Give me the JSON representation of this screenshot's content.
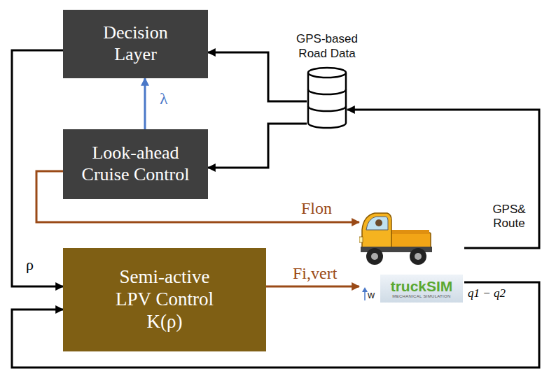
{
  "diagram": {
    "nodes": [
      {
        "text": [
          "Decision Layer"
        ]
      },
      {
        "text": [
          "Look-ahead Cruise Control"
        ]
      },
      {
        "text": [
          "GPS-based Road Data"
        ]
      },
      {
        "text": [
          "Semi-active LPV Control K(ρ)"
        ]
      },
      {
        "text": [
          "truckSIM",
          "MECHANICAL SIMULATION"
        ]
      }
    ],
    "edges": [
      {
        "from": 2,
        "to": 0,
        "arrow": "to"
      },
      {
        "from": 2,
        "to": 1,
        "arrow": "to"
      },
      {
        "from": 1,
        "to": 0,
        "label": "λ",
        "arrow": "to"
      },
      {
        "from": 1,
        "to": 4,
        "label": "Flon",
        "arrow": "to"
      },
      {
        "from": 0,
        "to": 3,
        "label": "ρ",
        "arrow": "to"
      },
      {
        "from": 3,
        "to": 4,
        "label": "Fi,vert",
        "arrow": "to"
      },
      {
        "from": 4,
        "to": 2,
        "label": "GPS& Route",
        "arrow": "to"
      },
      {
        "from": 4,
        "to": 3,
        "label": "q1 − q2",
        "arrow": "to"
      }
    ],
    "labels": [
      "w"
    ]
  }
}
